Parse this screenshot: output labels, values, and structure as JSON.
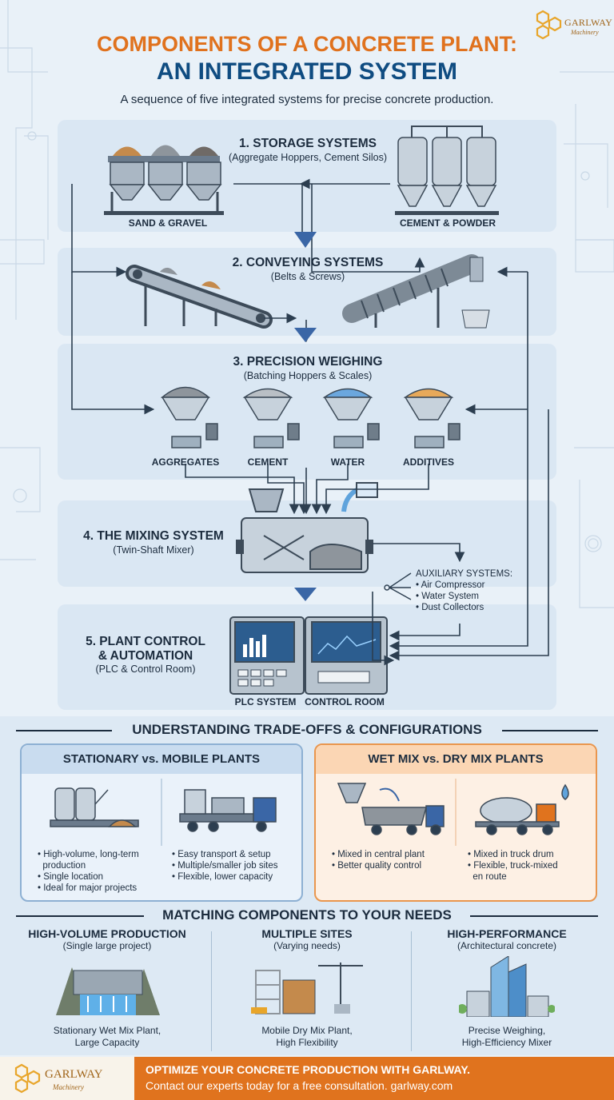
{
  "header": {
    "title_line1": "COMPONENTS OF A CONCRETE PLANT:",
    "title_line2": "AN INTEGRATED SYSTEM",
    "subtitle": "A sequence of five integrated systems for precise concrete production.",
    "logo_word": "GARLWAY",
    "logo_sub": "Machinery"
  },
  "steps": {
    "storage": {
      "title": "1. STORAGE SYSTEMS",
      "sub": "(Aggregate Hoppers, Cement Silos)",
      "left_label": "SAND & GRAVEL",
      "right_label": "CEMENT & POWDER"
    },
    "conveying": {
      "title": "2. CONVEYING SYSTEMS",
      "sub": "(Belts & Screws)"
    },
    "weighing": {
      "title": "3. PRECISION WEIGHING",
      "sub": "(Batching Hoppers & Scales)",
      "labels": [
        "AGGREGATES",
        "CEMENT",
        "WATER",
        "ADDITIVES"
      ]
    },
    "mixing": {
      "title": "4. THE MIXING SYSTEM",
      "sub": "(Twin-Shaft Mixer)"
    },
    "auxiliary": {
      "title": "AUXILIARY SYSTEMS:",
      "items": [
        "• Air Compressor",
        "• Water System",
        "• Dust Collectors"
      ]
    },
    "control": {
      "title_l1": "5. PLANT CONTROL",
      "title_l2": "& AUTOMATION",
      "sub": "(PLC & Control Room)",
      "left_label": "PLC SYSTEM",
      "right_label": "CONTROL ROOM"
    }
  },
  "tradeoffs": {
    "heading": "UNDERSTANDING TRADE-OFFS & CONFIGURATIONS",
    "stationary": {
      "title": "STATIONARY vs. MOBILE PLANTS",
      "left_bullets": [
        "• High-volume, long-term",
        "  production",
        "• Single location",
        "• Ideal for major projects"
      ],
      "right_bullets": [
        "• Easy transport & setup",
        "• Multiple/smaller job sites",
        "• Flexible, lower capacity"
      ]
    },
    "wetdry": {
      "title": "WET MIX vs. DRY MIX PLANTS",
      "left_bullets": [
        "• Mixed in central plant",
        "• Better quality control"
      ],
      "right_bullets": [
        "• Mixed in truck drum",
        "• Flexible, truck-mixed",
        "  en route"
      ]
    }
  },
  "needs": {
    "heading": "MATCHING COMPONENTS TO YOUR NEEDS",
    "cols": [
      {
        "title": "HIGH-VOLUME PRODUCTION",
        "sub": "(Single large project)",
        "cap1": "Stationary Wet Mix Plant,",
        "cap2": "Large Capacity"
      },
      {
        "title": "MULTIPLE SITES",
        "sub": "(Varying needs)",
        "cap1": "Mobile Dry Mix Plant,",
        "cap2": "High Flexibility"
      },
      {
        "title": "HIGH-PERFORMANCE",
        "sub": "(Architectural concrete)",
        "cap1": "Precise Weighing,",
        "cap2": "High-Efficiency Mixer"
      }
    ]
  },
  "footer": {
    "logo_word": "GARLWAY",
    "logo_sub": "Machinery",
    "line1": "OPTIMIZE YOUR CONCRETE PRODUCTION WITH GARLWAY.",
    "line2": "Contact our experts today for a free consultation. garlway.com"
  },
  "colors": {
    "orange": "#e0731e",
    "navy": "#0f4c81",
    "blue_box": "#d2e2f1",
    "orange_box": "#fbe3cc"
  }
}
